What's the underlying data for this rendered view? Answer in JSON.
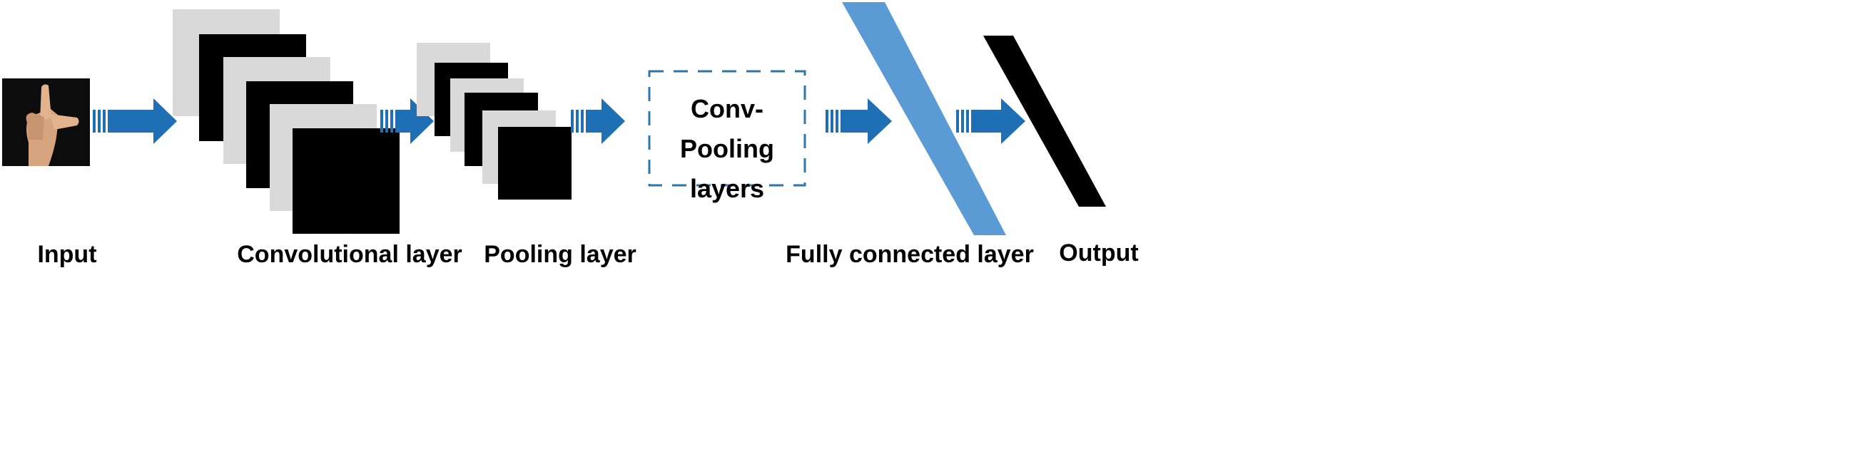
{
  "labels": {
    "input": "Input",
    "conv": "Convolutional layer",
    "pool": "Pooling layer",
    "fc": "Fully connected layer",
    "output": "Output"
  },
  "conv_pooling_box": {
    "line1": "Conv-Pooling",
    "line2": "layers"
  },
  "colors": {
    "arrow": "#1f6fb5",
    "fully_connected": "#5b9bd5",
    "feature_map_light": "#d9d9d9",
    "feature_map_dark": "#000000",
    "dashed_border": "#2e75a8"
  },
  "icons": {
    "input_image": "hand-gesture-photo",
    "arrow": "striped-right-arrow"
  }
}
